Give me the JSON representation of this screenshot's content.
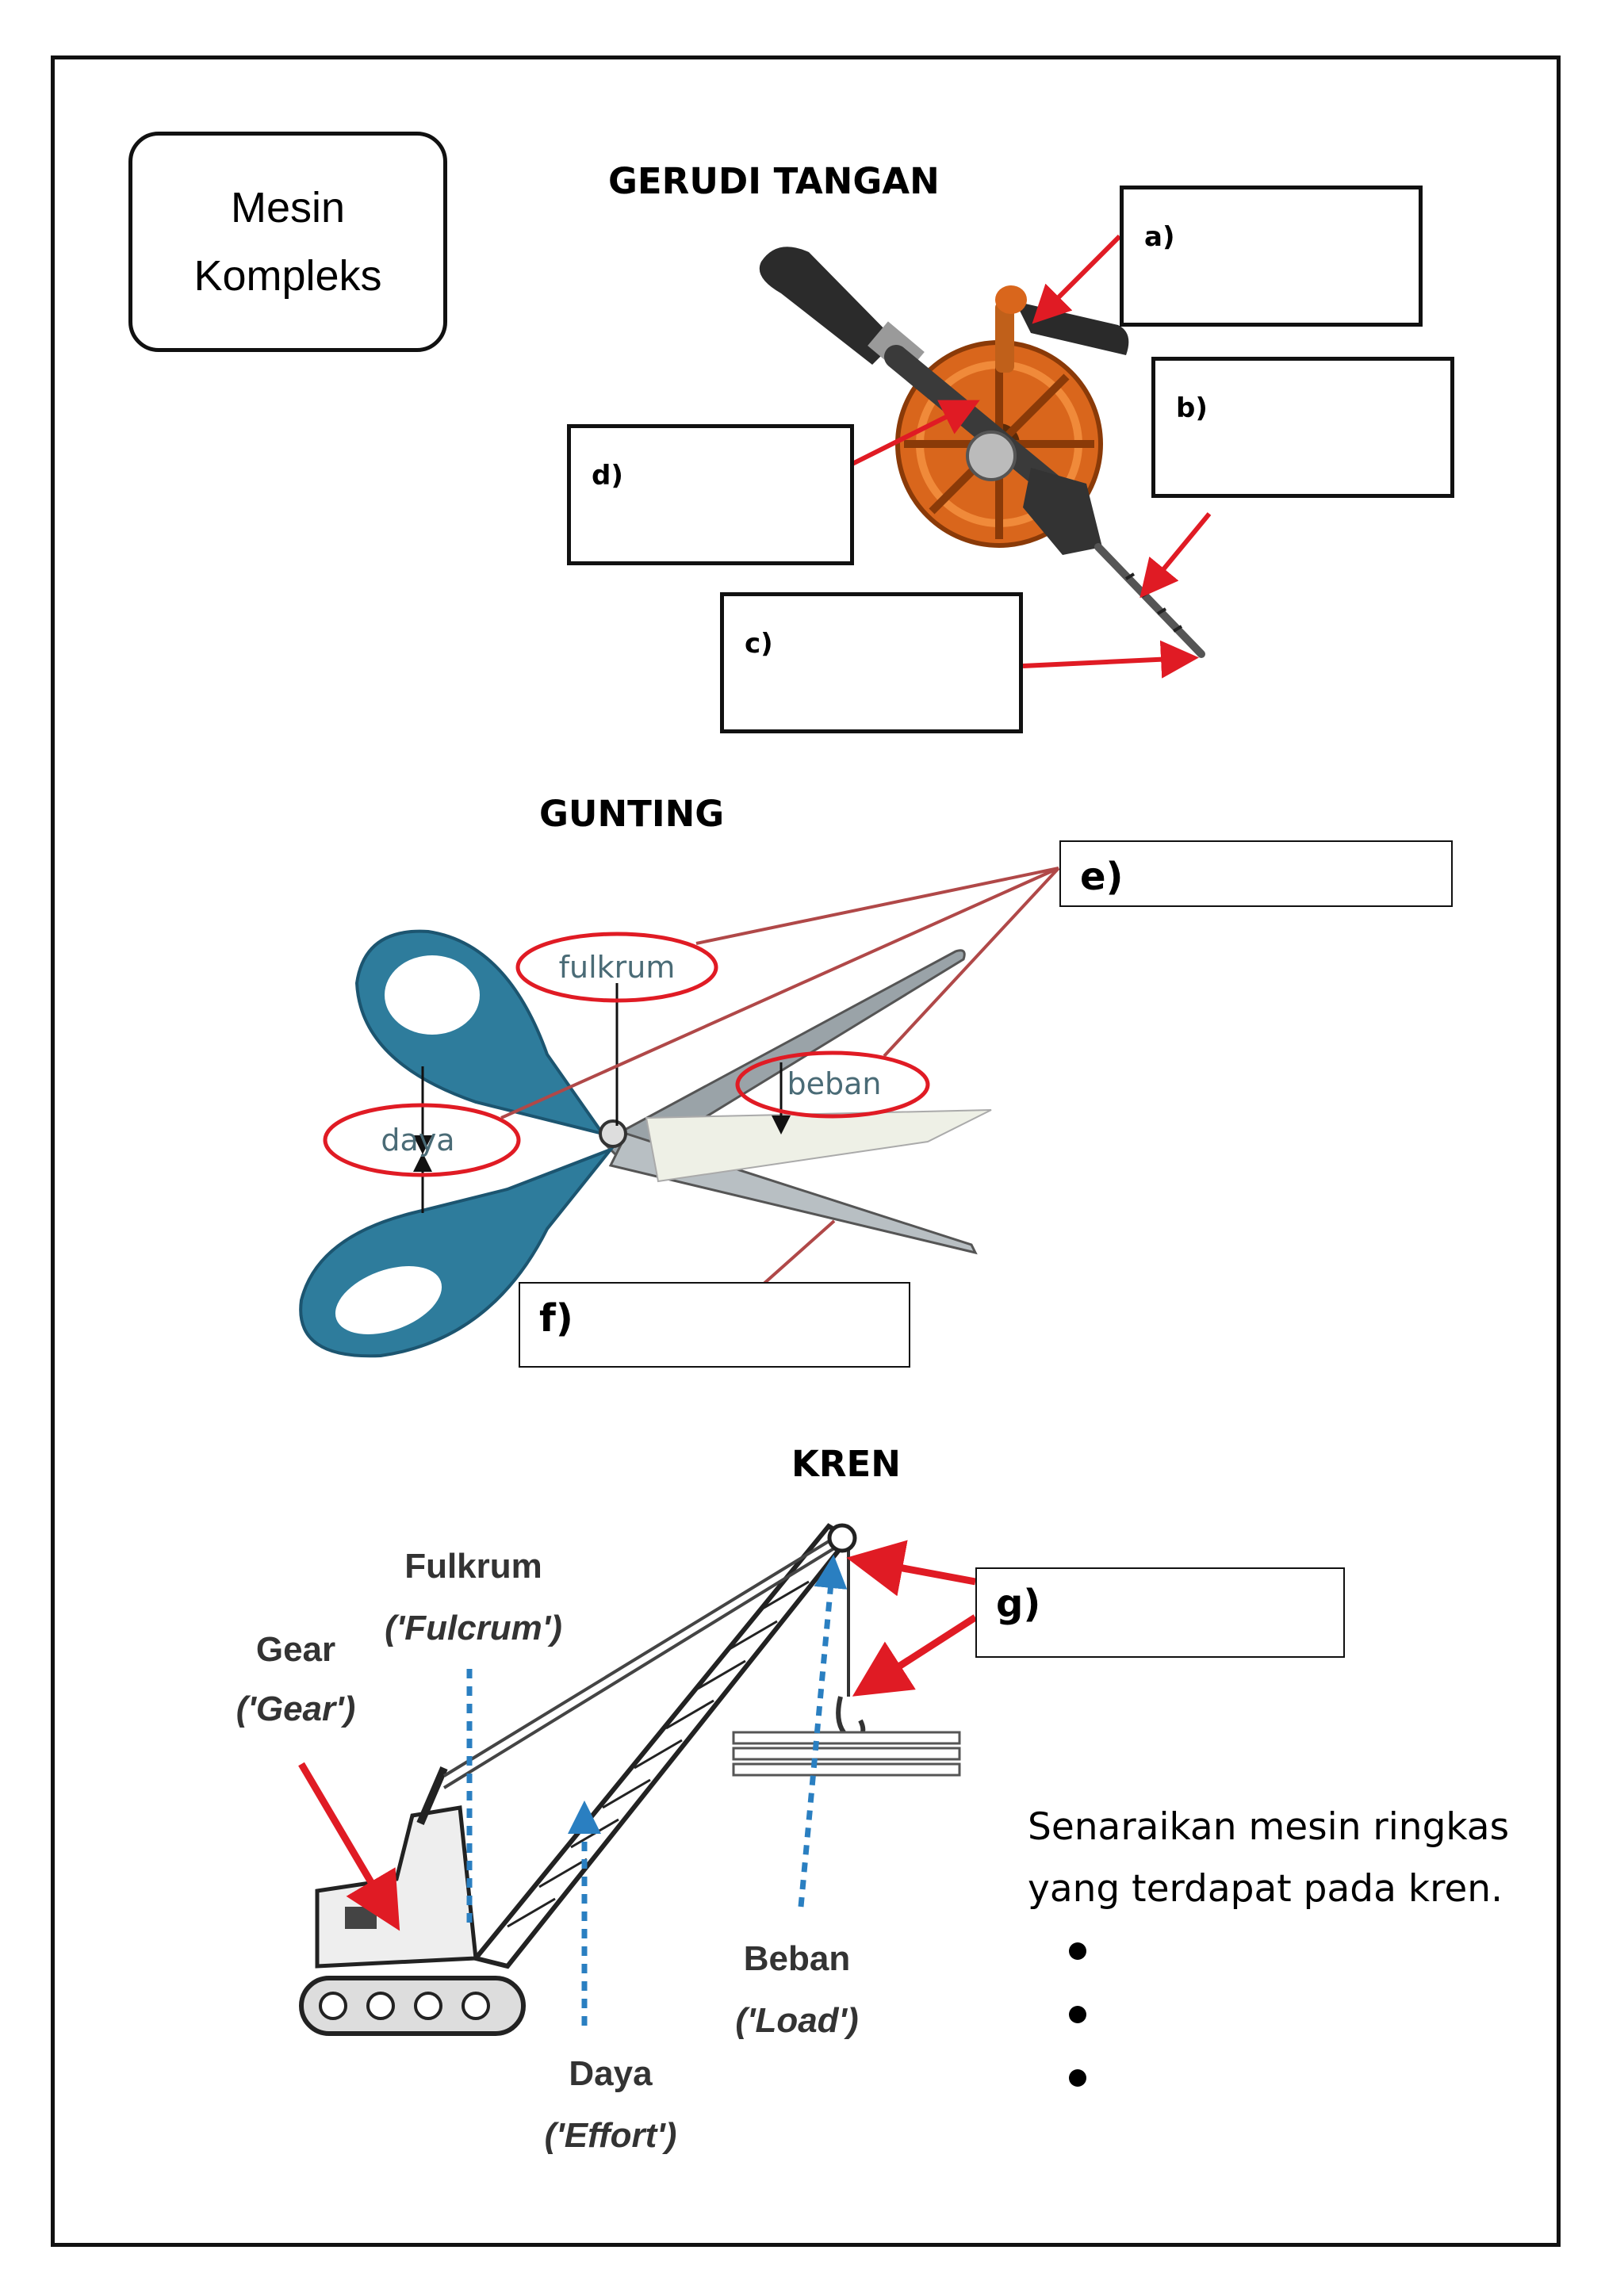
{
  "title_box": {
    "line1": "Mesin",
    "line2": "Kompleks"
  },
  "sections": {
    "drill": {
      "heading": "GERUDI TANGAN",
      "labels": {
        "a": "a)",
        "b": "b)",
        "c": "c)",
        "d": "d)"
      }
    },
    "scissors": {
      "heading": "GUNTING",
      "labels": {
        "e": "e)",
        "f": "f)"
      },
      "annotations": {
        "fulcrum": "fulkrum",
        "load": "beban",
        "effort": "daya"
      }
    },
    "crane": {
      "heading": "KREN",
      "labels": {
        "g": "g)"
      },
      "annotations": {
        "gear": "Gear",
        "gear_en": "('Gear')",
        "fulcrum": "Fulkrum",
        "fulcrum_en": "('Fulcrum')",
        "load": "Beban",
        "load_en": "('Load')",
        "effort": "Daya",
        "effort_en": "('Effort')"
      },
      "instruction_line1": "Senaraikan mesin ringkas",
      "instruction_line2": "yang terdapat pada kren.",
      "bullet_count": 3
    }
  },
  "colors": {
    "arrow_red": "#e01b24",
    "scissor_blue": "#2e7c9c",
    "gear_orange": "#d9661c",
    "effort_blue": "#2a7fc1"
  }
}
